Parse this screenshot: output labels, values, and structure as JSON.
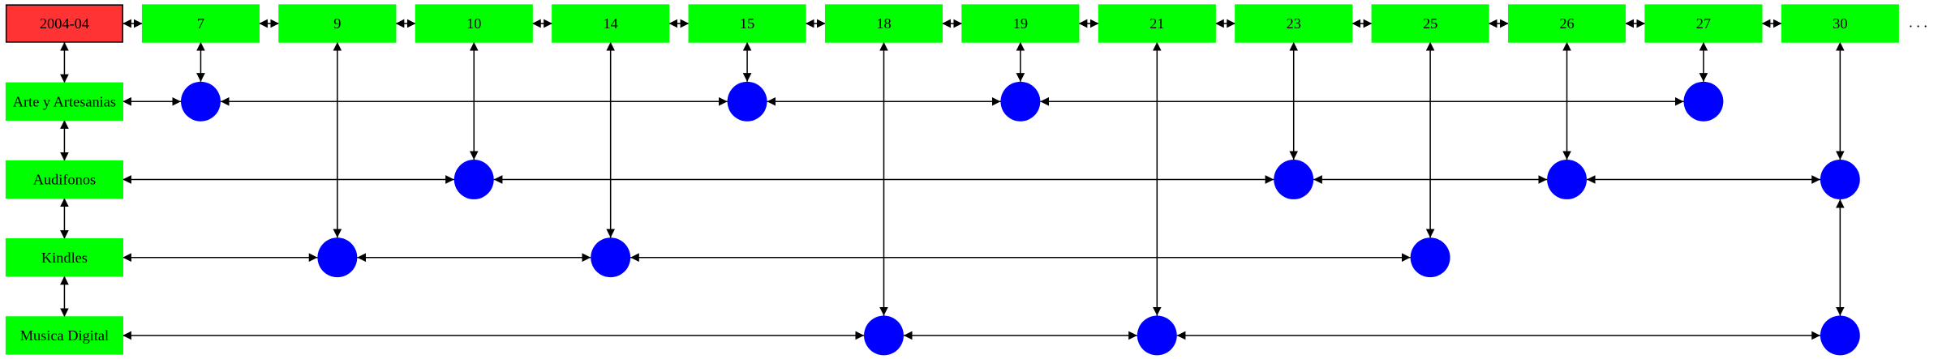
{
  "root": {
    "label": "2004-04",
    "color": "#ff3333"
  },
  "days": [
    "7",
    "9",
    "10",
    "14",
    "15",
    "18",
    "19",
    "21",
    "23",
    "25",
    "26",
    "27",
    "30"
  ],
  "categories": [
    "Arte y Artesanias",
    "Audifonos",
    "Kindles",
    "Musica Digital"
  ],
  "events": [
    {
      "day": "7",
      "category": "Arte y Artesanias"
    },
    {
      "day": "9",
      "category": "Kindles"
    },
    {
      "day": "10",
      "category": "Audifonos"
    },
    {
      "day": "14",
      "category": "Kindles"
    },
    {
      "day": "15",
      "category": "Arte y Artesanias"
    },
    {
      "day": "18",
      "category": "Musica Digital"
    },
    {
      "day": "19",
      "category": "Arte y Artesanias"
    },
    {
      "day": "21",
      "category": "Musica Digital"
    },
    {
      "day": "23",
      "category": "Audifonos"
    },
    {
      "day": "25",
      "category": "Kindles"
    },
    {
      "day": "26",
      "category": "Audifonos"
    },
    {
      "day": "27",
      "category": "Arte y Artesanias"
    },
    {
      "day": "30",
      "category": "Audifonos"
    },
    {
      "day": "30",
      "category": "Musica Digital"
    }
  ],
  "continuation": ". . .",
  "colors": {
    "node": "#00ff00",
    "event": "#0000ff",
    "edge": "#000000"
  }
}
